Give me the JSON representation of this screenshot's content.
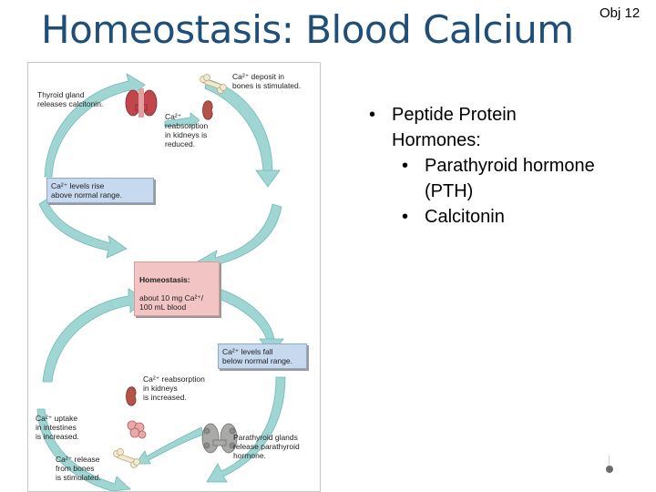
{
  "slide": {
    "title": "Homeostasis: Blood Calcium",
    "objective": "Obj 12"
  },
  "bullets": {
    "level1": "Peptide Protein Hormones:",
    "level2": [
      "Parathyroid hormone (PTH)",
      "Calcitonin"
    ]
  },
  "diagram": {
    "labels": {
      "thyroid": "Thyroid gland\nreleases calcitonin.",
      "deposit": "Ca²⁺ deposit in\nbones is stimulated.",
      "reabsorption_reduced": "Ca²⁺\nreabsorption\nin kidneys is\nreduced.",
      "rise": "Ca²⁺ levels rise\nabove normal range.",
      "homeostasis_title": "Homeostasis:",
      "homeostasis_body": "about 10 mg Ca²⁺/\n100 mL blood",
      "fall": "Ca²⁺ levels fall\nbelow normal range.",
      "reabsorption_increased": "Ca²⁺ reabsorption\nin kidneys\nis increased.",
      "uptake": "Ca²⁺ uptake\nin intestines\nis increased.",
      "release": "Ca²⁺ release\nfrom bones\nis stimulated.",
      "parathyroid": "Parathyroid glands\nrelease parathyroid\nhormone."
    },
    "colors": {
      "arrow": "#9fd6d3",
      "arrow_edge": "#6fb9b5",
      "blue_box": "#c7d9ee",
      "pink_box": "#f3c4c4",
      "thyroid": "#c0464b",
      "kidney": "#b5524a",
      "parathyroid": "#a9aaa8",
      "bone": "#f2ead0"
    }
  }
}
